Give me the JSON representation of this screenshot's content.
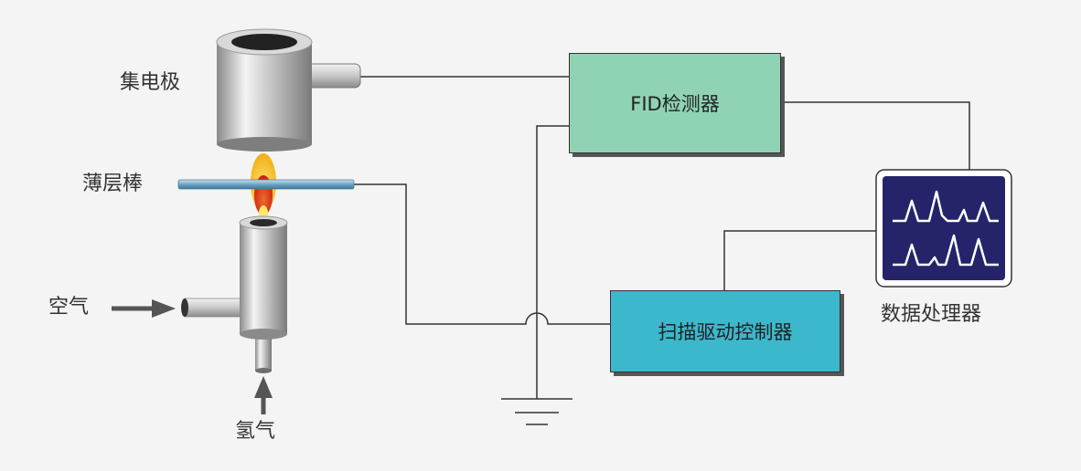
{
  "labels": {
    "collector": "集电极",
    "thin_layer_rod": "薄层棒",
    "air": "空气",
    "hydrogen": "氢气",
    "data_processor": "数据处理器"
  },
  "boxes": {
    "fid_detector": {
      "label": "FID检测器",
      "color": "#8fd3b4"
    },
    "scan_controller": {
      "label": "扫描驱动控制器",
      "color": "#3bb8cc"
    }
  },
  "colors": {
    "monitor_screen": "#25246a",
    "waveform": "#ffffff",
    "wire": "#333333",
    "arrow": "#555555",
    "flame_outer": "#f6d21c",
    "flame_inner": "#e2331a",
    "rod": "#7fb0c8",
    "metal": "#c4c4c4"
  }
}
